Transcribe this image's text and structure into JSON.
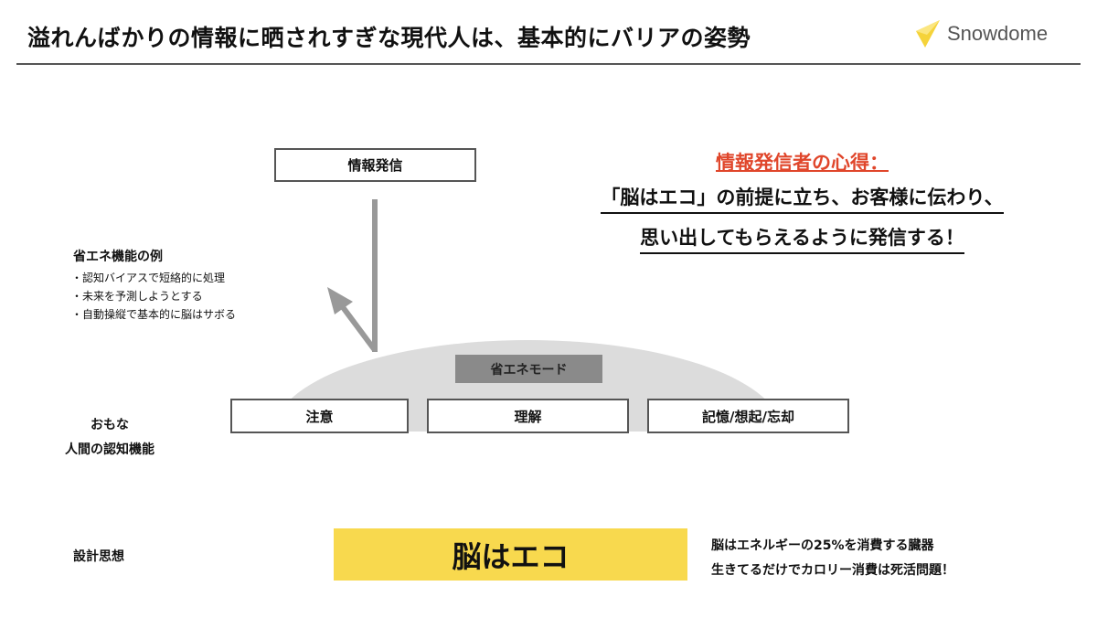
{
  "header": {
    "title": "溢れんばかりの情報に晒されすぎな現代人は、基本的にバリアの姿勢",
    "logo_text": "Snowdome",
    "logo_color": "#f5d33a"
  },
  "diagram": {
    "top_box": "情報発信",
    "examples": {
      "heading": "省エネ機能の例",
      "items": [
        "・認知バイアスで短絡的に処理",
        "・未来を予測しようとする",
        "・自動操縦で基本的に脳はサボる"
      ]
    },
    "mode_label": "省エネモード",
    "functions_label": [
      "おもな",
      "人間の認知機能"
    ],
    "functions": [
      "注意",
      "理解",
      "記憶/想起/忘却"
    ],
    "design_label": "設計思想",
    "core": "脳はエコ",
    "core_notes": [
      "脳はエネルギーの25%を消費する臓器",
      "生きてるだけでカロリー消費は死活問題！"
    ]
  },
  "message": {
    "heading": "情報発信者の心得：",
    "lines": [
      "「脳はエコ」の前提に立ち、お客様に伝わり、",
      "思い出してもらえるように発信する！"
    ],
    "accent": "#e0462b"
  }
}
